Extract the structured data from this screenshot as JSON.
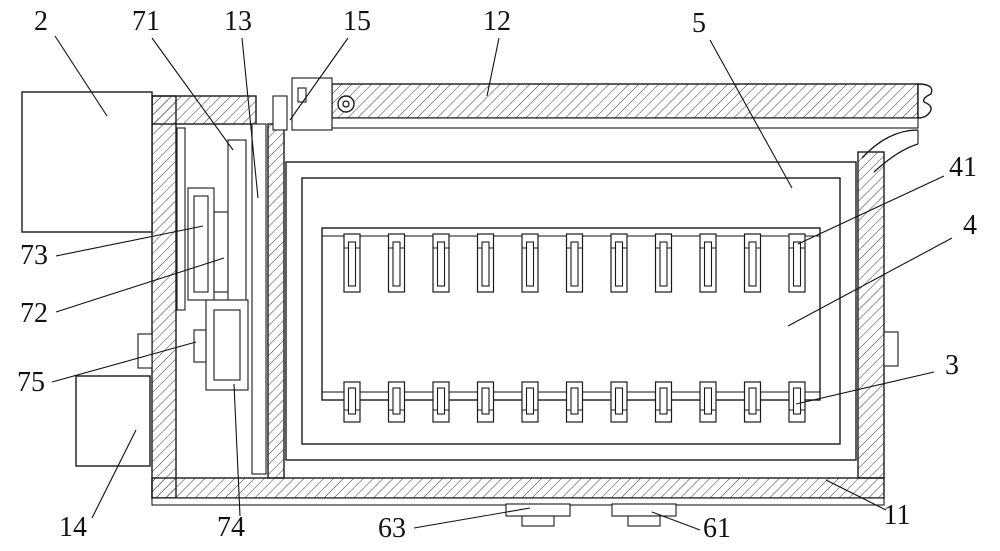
{
  "figure": {
    "kind": "patent-technical-drawing",
    "labels": {
      "l2": "2",
      "l71": "71",
      "l13": "13",
      "l15": "15",
      "l12": "12",
      "l5": "5",
      "l41": "41",
      "l4": "4",
      "l3": "3",
      "l73": "73",
      "l72": "72",
      "l75": "75",
      "l14": "14",
      "l74": "74",
      "l63": "63",
      "l61": "61",
      "l11": "11"
    },
    "teeth": {
      "count": 11
    },
    "line_color": "#1a1a1a",
    "background": "#ffffff"
  }
}
